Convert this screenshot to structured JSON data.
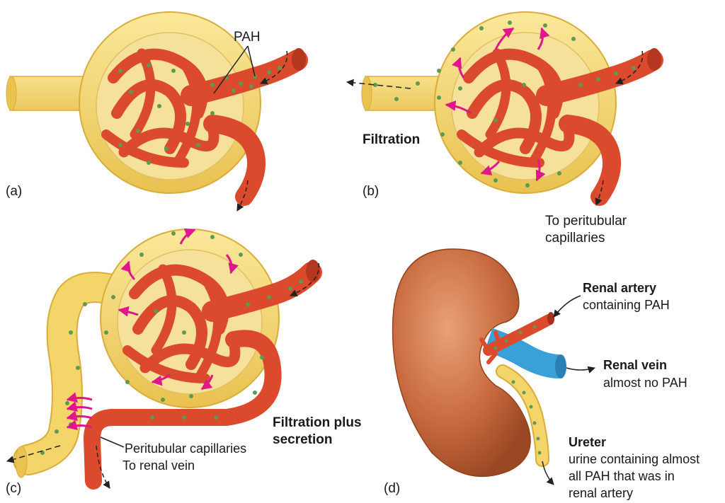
{
  "panels": {
    "a": {
      "letter": "(a)",
      "pah_label": "PAH"
    },
    "b": {
      "letter": "(b)",
      "filtration": "Filtration",
      "to_peritubular": [
        "To peritubular",
        "capillaries"
      ]
    },
    "c": {
      "letter": "(c)",
      "filtration_plus": [
        "Filtration plus",
        "secretion"
      ],
      "peritubular": "Peritubular capillaries",
      "to_renal_vein": "To renal vein"
    },
    "d": {
      "letter": "(d)",
      "renal_artery": {
        "title": "Renal artery",
        "desc": "containing PAH"
      },
      "renal_vein": {
        "title": "Renal vein",
        "desc": "almost no PAH"
      },
      "ureter": {
        "title": "Ureter",
        "desc": [
          "urine containing almost",
          "all PAH that was in",
          "renal artery"
        ]
      }
    }
  },
  "colors": {
    "tubule": "#f3d56a",
    "tubule_edge": "#d8ad3c",
    "vessel": "#db4a2c",
    "vessel_edge": "#a8301a",
    "pah_dot": "#5e9a52",
    "arrow_magenta": "#e0168c",
    "kidney": "#c8693e",
    "vein_blue": "#3aa0d8"
  }
}
